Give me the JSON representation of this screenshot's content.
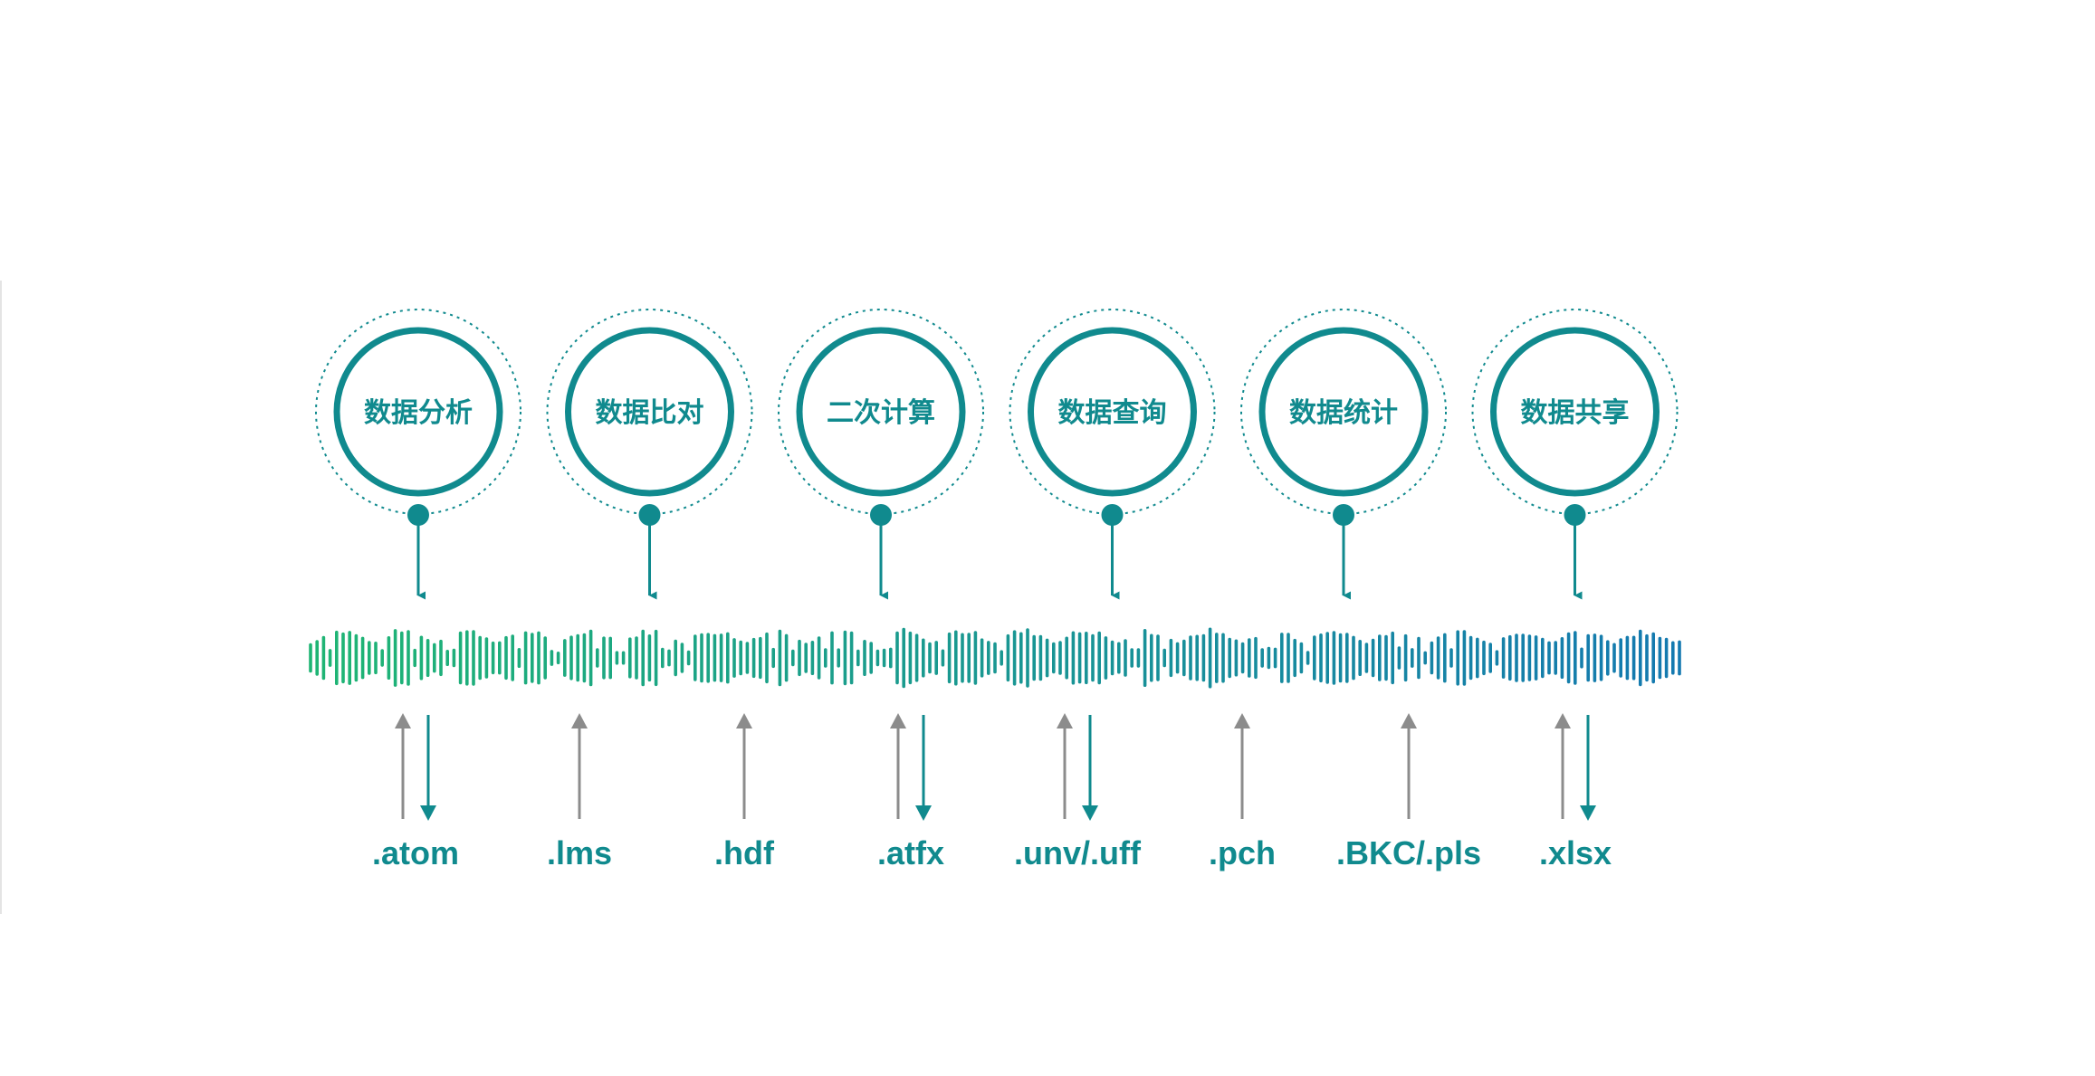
{
  "colors": {
    "teal": "#108a8e",
    "gray_arrow": "#8c8c8c",
    "wave_start": "#1fb574",
    "wave_end": "#1479b0"
  },
  "functions": [
    {
      "label": "数据分析",
      "icon": "circle-node"
    },
    {
      "label": "数据比对",
      "icon": "circle-node"
    },
    {
      "label": "二次计算",
      "icon": "circle-node"
    },
    {
      "label": "数据查询",
      "icon": "circle-node"
    },
    {
      "label": "数据统计",
      "icon": "circle-node"
    },
    {
      "label": "数据共享",
      "icon": "circle-node"
    }
  ],
  "formats": [
    {
      "label": ".atom",
      "import": true,
      "export": true
    },
    {
      "label": ".lms",
      "import": true,
      "export": false
    },
    {
      "label": ".hdf",
      "import": true,
      "export": false
    },
    {
      "label": ".atfx",
      "import": true,
      "export": true
    },
    {
      "label": ".unv/.uff",
      "import": true,
      "export": true
    },
    {
      "label": ".pch",
      "import": true,
      "export": false
    },
    {
      "label": ".BKC/.pls",
      "import": true,
      "export": false
    },
    {
      "label": ".xlsx",
      "import": true,
      "export": true
    }
  ]
}
